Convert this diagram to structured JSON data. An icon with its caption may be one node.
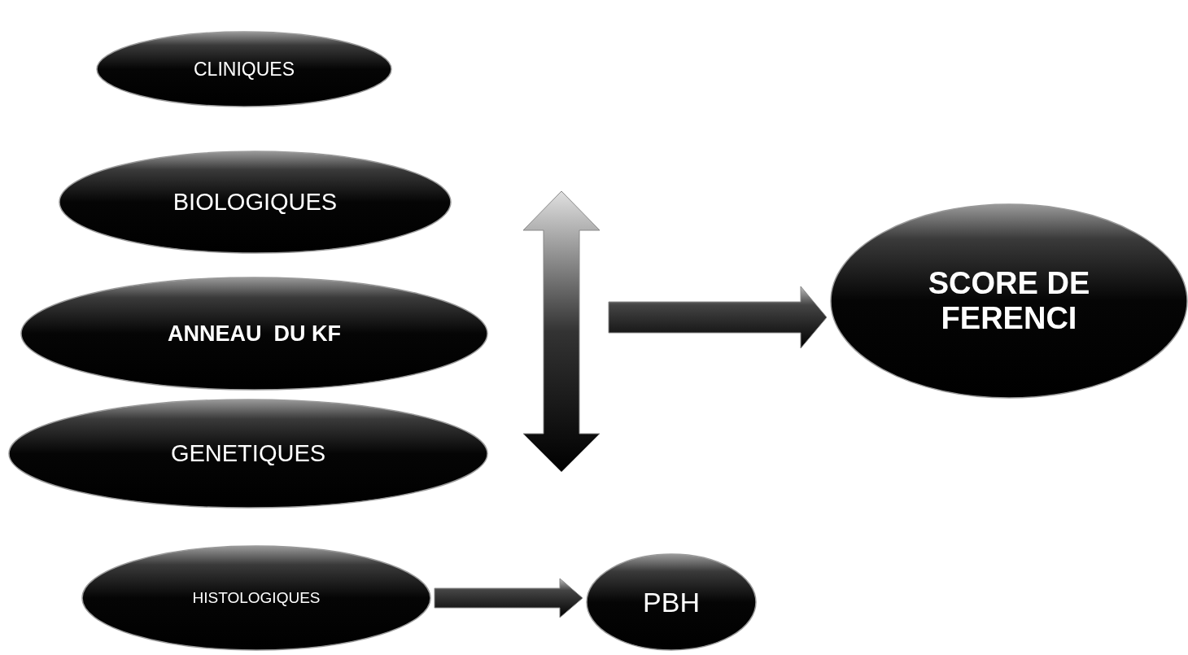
{
  "diagram": {
    "nodes": [
      {
        "text": [
          "CLINIQUES"
        ]
      },
      {
        "text": [
          "BIOLOGIQUES"
        ]
      },
      {
        "text": [
          "ANNEAU  DU KF"
        ]
      },
      {
        "text": [
          "GENETIQUES"
        ]
      },
      {
        "text": [
          "HISTOLOGIQUES"
        ]
      },
      {
        "text": [
          "PBH"
        ]
      },
      {
        "text": [
          "SCORE DE FERENCI"
        ]
      }
    ],
    "edges": [
      {
        "from": null,
        "to": 6,
        "arrow": "to"
      },
      {
        "from": 4,
        "to": 5,
        "arrow": "to"
      }
    ]
  }
}
